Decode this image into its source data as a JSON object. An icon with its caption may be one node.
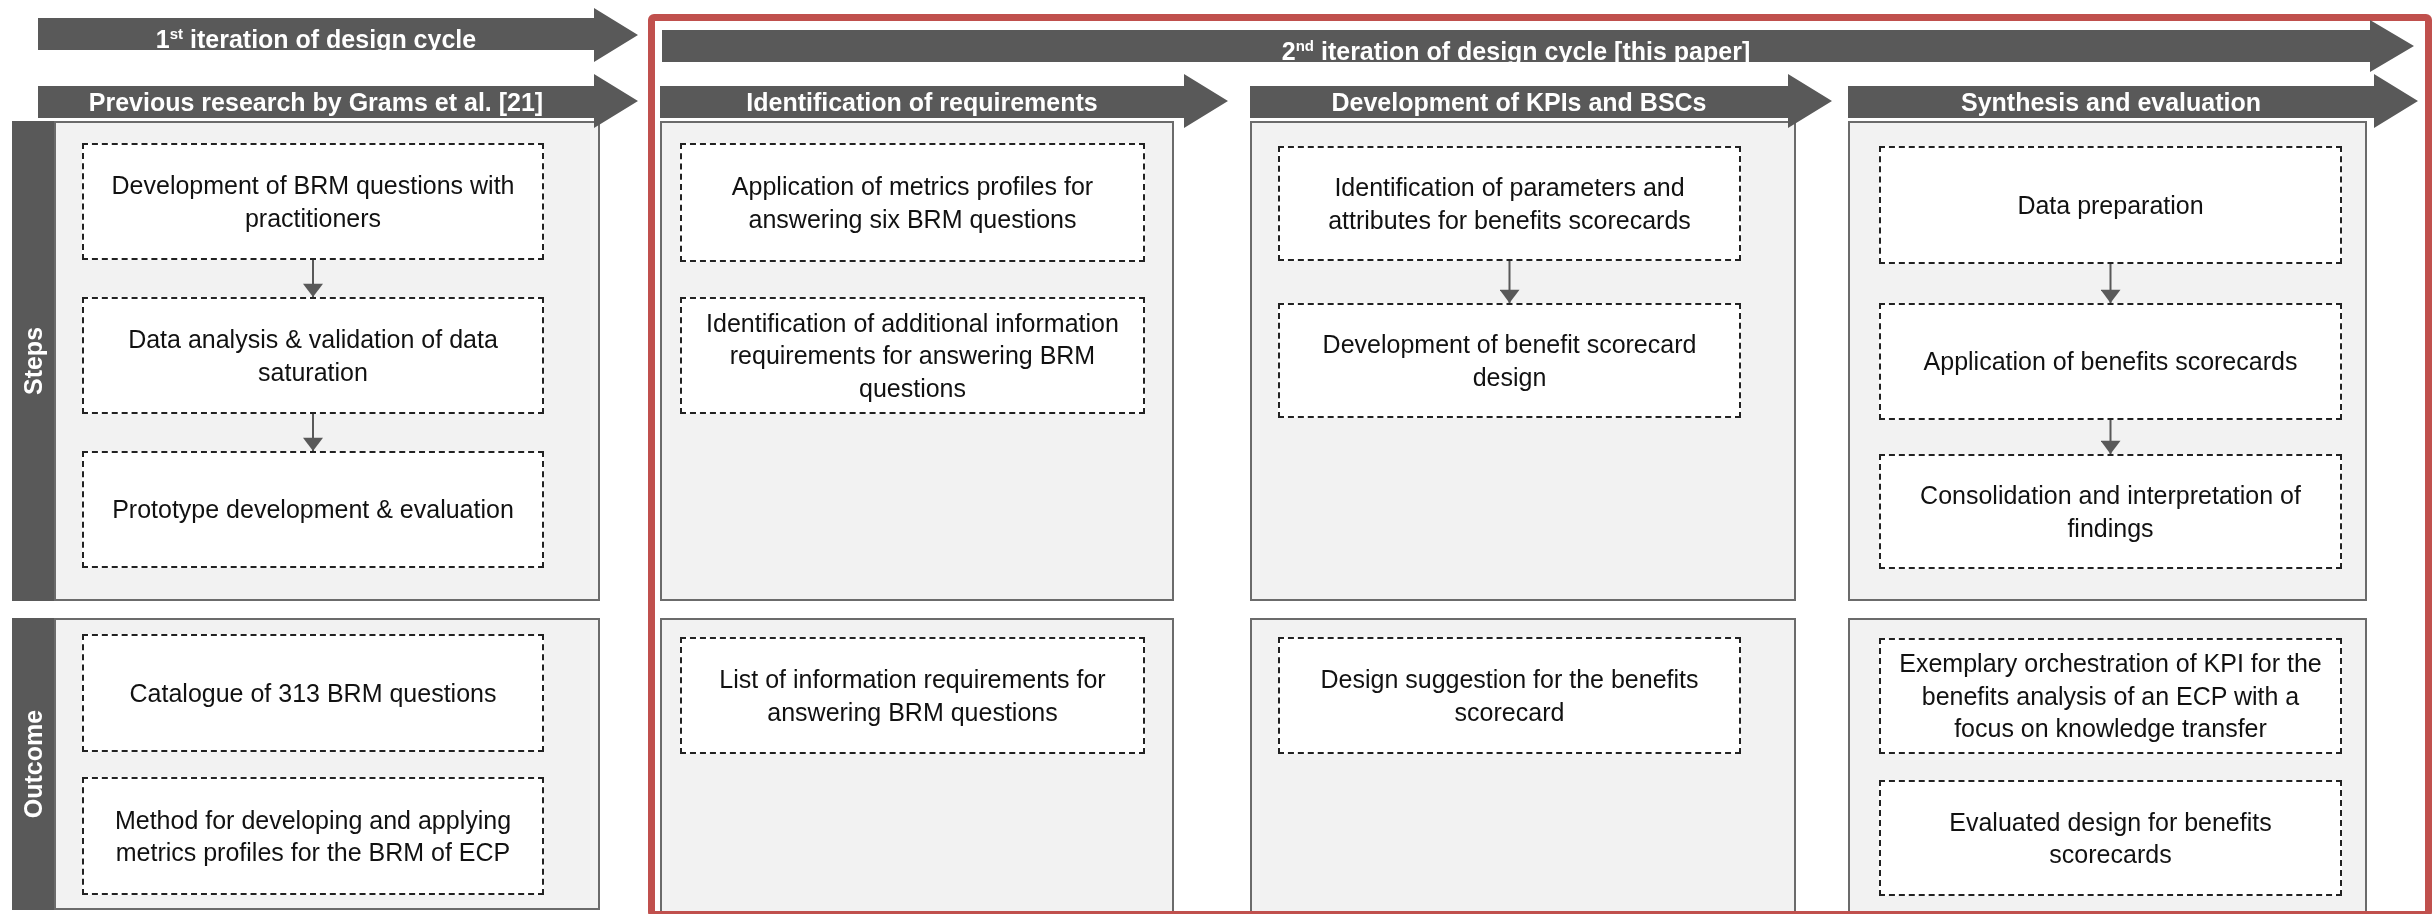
{
  "diagram": {
    "nodes": [
      {
        "text": [
          "1$^{st}$ iteration of design cycle"
        ]
      },
      {
        "text": [
          "2$^{nd}$ iteration of design cycle [this paper]"
        ]
      },
      {
        "text": [
          "Previous research by Grams et al. [21]"
        ]
      },
      {
        "text": [
          "Identification of requirements"
        ]
      },
      {
        "text": [
          "Development of KPIs and BSCs"
        ]
      },
      {
        "text": [
          "Synthesis and evaluation"
        ]
      },
      {
        "text": [
          "Steps"
        ]
      },
      {
        "text": [
          "Outcome"
        ]
      },
      {
        "text": [
          "Development of BRM questions with practitioners"
        ]
      },
      {
        "text": [
          "Data analysis & validation of data saturation"
        ]
      },
      {
        "text": [
          "Prototype development & evaluation"
        ]
      },
      {
        "text": [
          "Catalogue of 313 BRM questions"
        ]
      },
      {
        "text": [
          "Method for developing and applying metrics profiles for the BRM of ECP"
        ]
      },
      {
        "text": [
          "Application of metrics profiles for answering six BRM questions"
        ]
      },
      {
        "text": [
          "Identification of additional information requirements for answering BRM questions"
        ]
      },
      {
        "text": [
          "List of information requirements for answering BRM questions"
        ]
      },
      {
        "text": [
          "Identification of parameters and attributes for benefits scorecards"
        ]
      },
      {
        "text": [
          "Development of benefit scorecard design"
        ]
      },
      {
        "text": [
          "Design suggestion for the benefits scorecard"
        ]
      },
      {
        "text": [
          "Data preparation"
        ]
      },
      {
        "text": [
          "Application of benefits scorecards"
        ]
      },
      {
        "text": [
          "Consolidation and interpretation of findings"
        ]
      },
      {
        "text": [
          "Exemplary orchestration of KPI for the benefits analysis of an ECP with a focus on knowledge transfer"
        ]
      },
      {
        "text": [
          "Evaluated design for benefits scorecards"
        ]
      }
    ],
    "edges": [
      {
        "from": 8,
        "to": 9,
        "arrow": "to"
      },
      {
        "from": 9,
        "to": 10,
        "arrow": "to"
      },
      {
        "from": 16,
        "to": 17,
        "arrow": "to"
      },
      {
        "from": 19,
        "to": 20,
        "arrow": "to"
      },
      {
        "from": 20,
        "to": 21,
        "arrow": "to"
      }
    ]
  }
}
